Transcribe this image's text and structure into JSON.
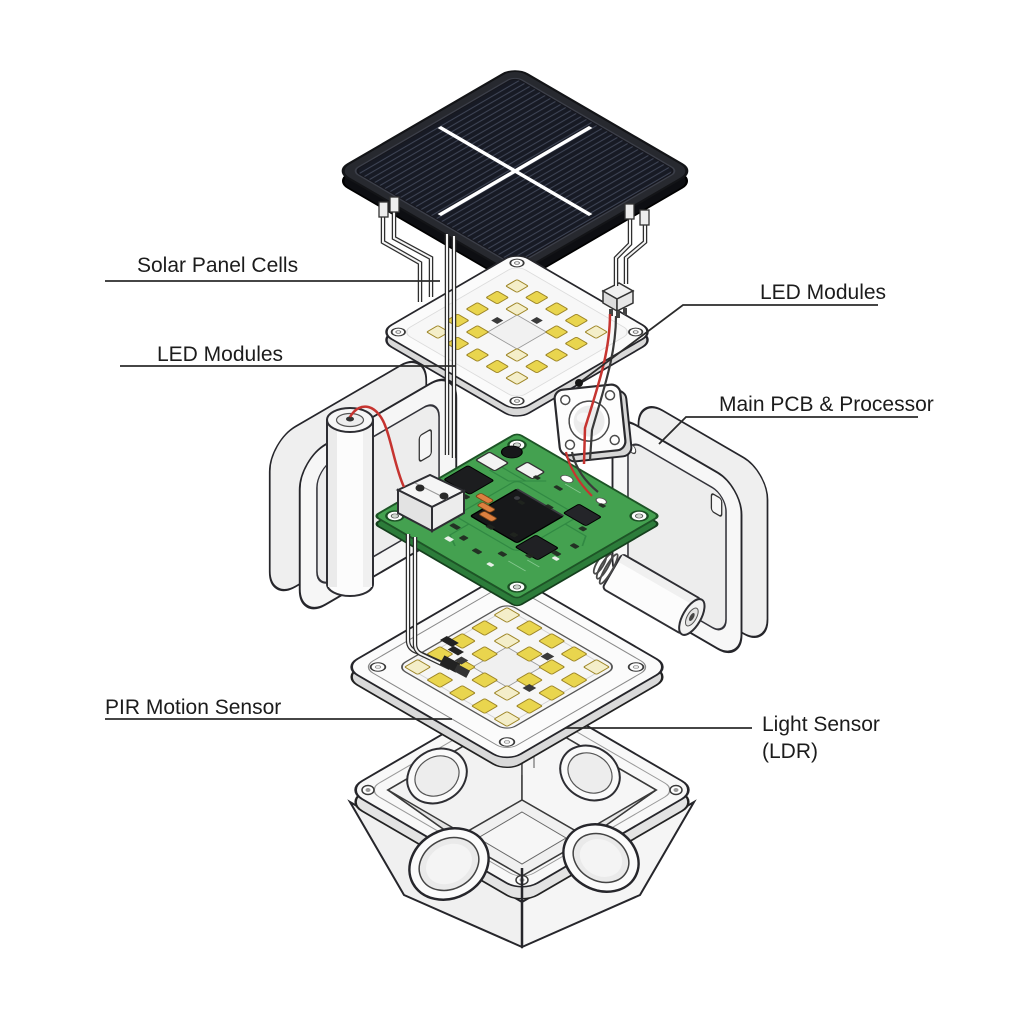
{
  "diagram": {
    "kind": "exploded-view illustration",
    "background": "#ffffff"
  },
  "labels": {
    "solar_panel_cells": "Solar Panel Cells",
    "led_modules_left": "LED Modules",
    "led_modules_right": "LED Modules",
    "main_pcb": "Main PCB & Processor",
    "pir_motion_sensor": "PIR Motion Sensor",
    "light_sensor_line1": "Light Sensor",
    "light_sensor_line2": "(LDR)"
  },
  "colors": {
    "label_text": "#1c1c1c",
    "leader_line": "#2b2b2b",
    "panel_frame": "#27292f",
    "solar_cell_dark": "#171a24",
    "solar_stripe": "#3f4556",
    "cross_white": "#ffffff",
    "led_yellow": "#e9d54e",
    "led_pale": "#f4eec9",
    "led_border": "#9d8526",
    "pcb_green": "#44a150",
    "pcb_green_dark": "#2c7c3a",
    "wire_red": "#c63430",
    "wire_gray": "#3a3a3a",
    "housing_white": "#f7f7f7",
    "outline": "#26262b"
  }
}
